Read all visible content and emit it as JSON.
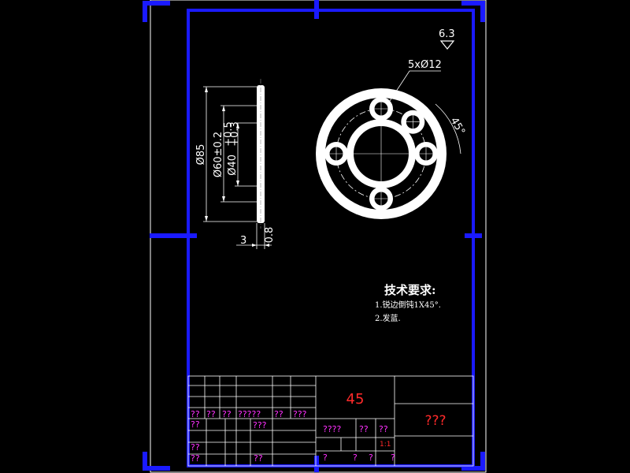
{
  "roughness": "6.3",
  "dimensions": {
    "holes": "5xØ12",
    "angle": "45°",
    "outer_dia": "Ø85",
    "bolt_circle": "Ø60±0.2",
    "inner_dia": "Ø40",
    "inner_tol_upper": "+0.5",
    "inner_tol_lower": "+0.3",
    "thickness": "3",
    "offset": "0.8"
  },
  "tech": {
    "title": "技术要求:",
    "line1": "1.锐边倒钝1X45°.",
    "line2": "2.发蓝."
  },
  "title_block": {
    "material": "45",
    "part_name": "???",
    "row1": [
      "??",
      "??",
      "??",
      "?????",
      "??",
      "???"
    ],
    "row2_left": "??",
    "row2_mid": "???",
    "row3_left": "??",
    "row4_left": "??",
    "row4_mid": "??",
    "stage": "????",
    "mass": "??",
    "scale": "??",
    "scale_value": "1:1",
    "sheets": [
      "?",
      "?",
      "?",
      "?"
    ]
  },
  "colors": {
    "border": "#1a1aff",
    "line": "#ffffff",
    "text": "#ffffff",
    "magenta": "#ff30ff",
    "red": "#ff2a2a"
  }
}
